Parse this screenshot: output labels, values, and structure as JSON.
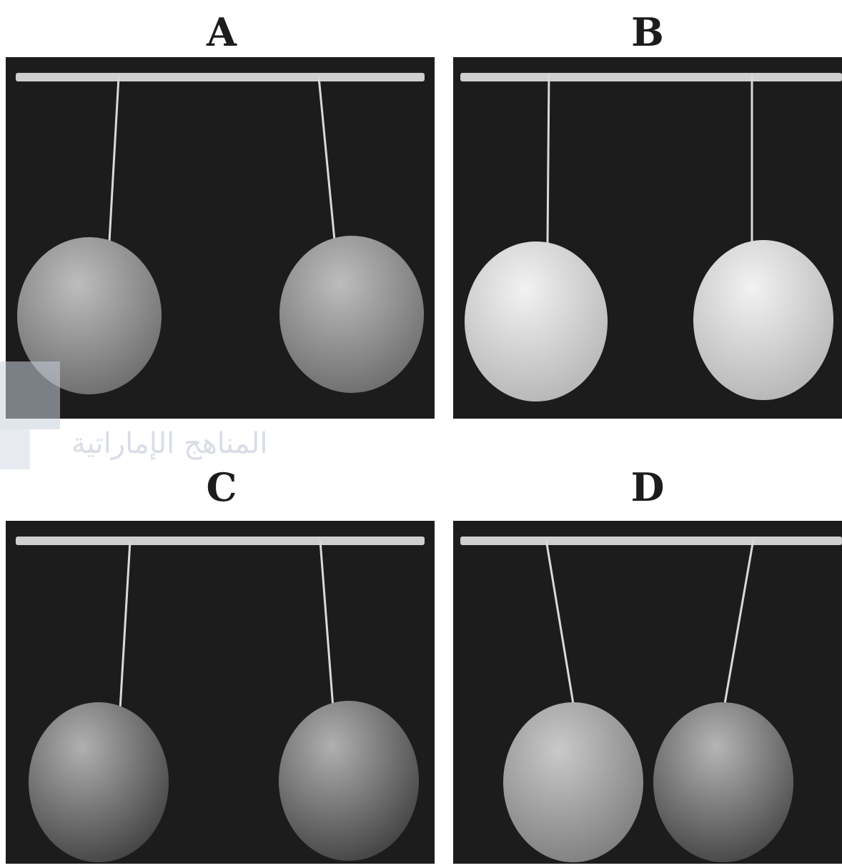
{
  "panels": [
    {
      "id": "a",
      "label": "A"
    },
    {
      "id": "b",
      "label": "B"
    },
    {
      "id": "c",
      "label": "C"
    },
    {
      "id": "d",
      "label": "D"
    }
  ],
  "watermark": {
    "text": "المناهج الإماراتية"
  },
  "colors": {
    "panel_bg": "#1d1c1c",
    "bar": "#cfcfcf",
    "string": "#d9d9d9"
  }
}
